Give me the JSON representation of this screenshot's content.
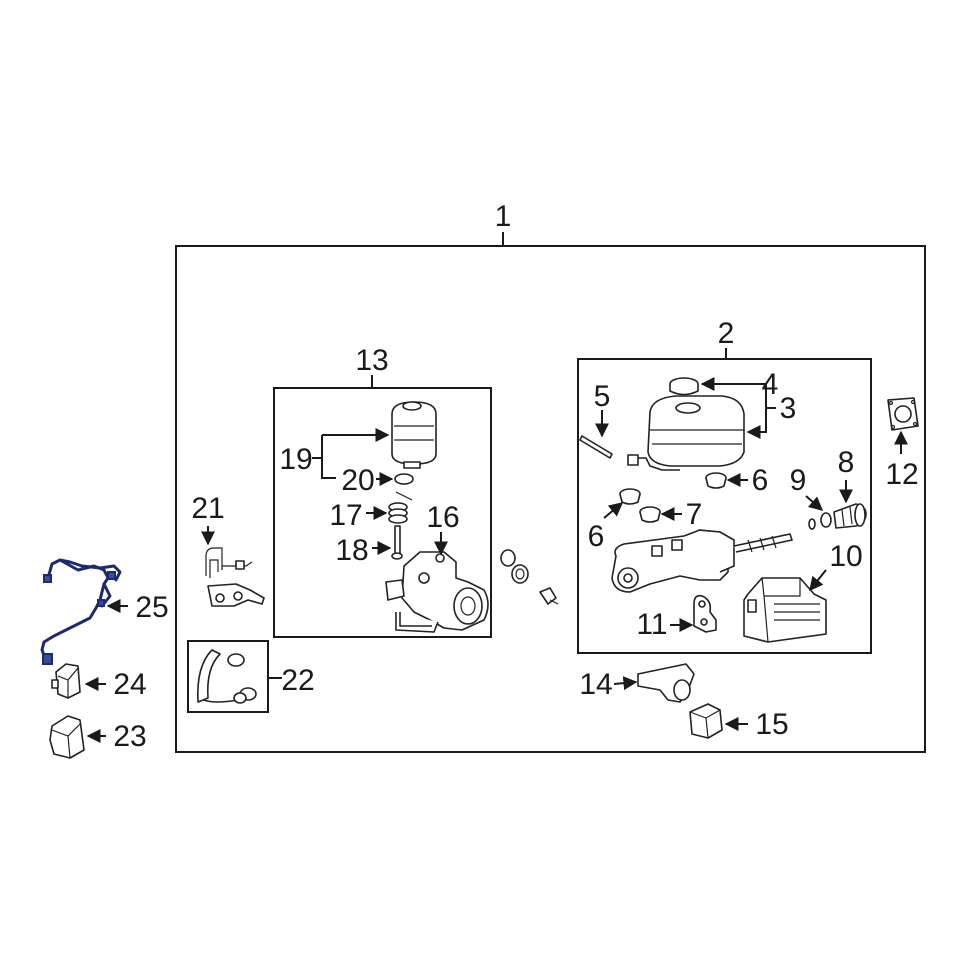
{
  "diagram": {
    "highlight_color": "#1f2a6b",
    "callouts": {
      "c1": "1",
      "c2": "2",
      "c3": "3",
      "c4": "4",
      "c5": "5",
      "c6a": "6",
      "c6b": "6",
      "c7": "7",
      "c8": "8",
      "c9": "9",
      "c10": "10",
      "c11": "11",
      "c12": "12",
      "c13": "13",
      "c14": "14",
      "c15": "15",
      "c16": "16",
      "c17": "17",
      "c18": "18",
      "c19": "19",
      "c20": "20",
      "c21": "21",
      "c22": "22",
      "c23": "23",
      "c24": "24",
      "c25": "25"
    }
  }
}
